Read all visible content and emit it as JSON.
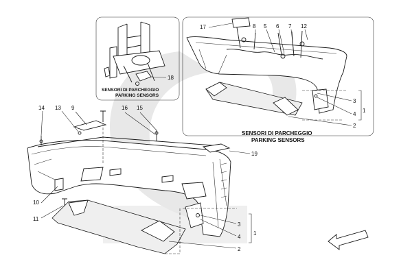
{
  "callouts": {
    "n1": "1",
    "n2": "2",
    "n3": "3",
    "n4": "4",
    "n5": "5",
    "n6": "6",
    "n7": "7",
    "n8": "8",
    "n9": "9",
    "n10": "10",
    "n11": "11",
    "n12": "12",
    "n13": "13",
    "n14": "14",
    "n15": "15",
    "n16": "16",
    "n17": "17",
    "n18": "18",
    "n19": "19"
  },
  "inset_small": {
    "caption_line1": "SENSORI DI PARCHEGGIO",
    "caption_line2": "PARKING SENSORS"
  },
  "inset_large": {
    "caption_line1": "SENSORI DI PARCHEGGIO",
    "caption_line2": "PARKING SENSORS"
  },
  "watermark": {
    "color": "#e6e6e6"
  },
  "direction_arrow": {
    "icon": "front-direction-arrow"
  }
}
